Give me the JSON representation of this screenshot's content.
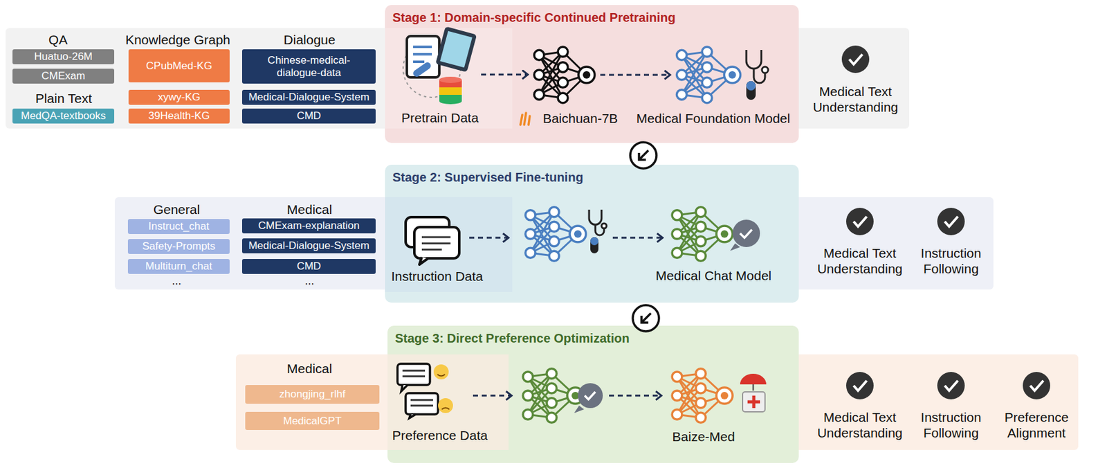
{
  "diagram": {
    "nodes": [
      {
        "text": [
          "Huatuo-26M"
        ]
      },
      {
        "text": [
          "CMExam"
        ]
      },
      {
        "text": [
          "MedQA-textbooks"
        ]
      },
      {
        "text": [
          "CPubMed-KG"
        ]
      },
      {
        "text": [
          "xywy-KG"
        ]
      },
      {
        "text": [
          "39Health-KG"
        ]
      },
      {
        "text": [
          "Chinese-medical-dialogue-data"
        ]
      },
      {
        "text": [
          "Medical-Dialogue-System"
        ]
      },
      {
        "text": [
          "CMD"
        ]
      },
      {
        "text": [
          "Stage 1: Domain-specific Continued Pretraining"
        ]
      },
      {
        "text": [
          "Pretrain Data"
        ],
        "in": 9
      },
      {
        "text": [
          "Baichuan-7B"
        ],
        "in": 9
      },
      {
        "text": [
          "Medical Foundation Model"
        ],
        "in": 9
      },
      {
        "text": [
          "Instruct_chat"
        ]
      },
      {
        "text": [
          "Safety-Prompts"
        ]
      },
      {
        "text": [
          "Multiturn_chat"
        ]
      },
      {
        "text": [
          "CMExam-explanation"
        ]
      },
      {
        "text": [
          "Medical-Dialogue-System"
        ]
      },
      {
        "text": [
          "CMD"
        ]
      },
      {
        "text": [
          "Stage 2: Supervised Fine-tuning"
        ]
      },
      {
        "text": [
          "Instruction Data"
        ],
        "in": 19
      },
      {
        "text": [
          "Medical Chat Model"
        ],
        "in": 19
      },
      {
        "text": [
          "zhongjing_rlhf"
        ]
      },
      {
        "text": [
          "MedicalGPT"
        ]
      },
      {
        "text": [
          "Stage 3: Direct Preference Optimization"
        ]
      },
      {
        "text": [
          "Preference Data"
        ],
        "in": 24
      },
      {
        "text": [
          "Baize-Med"
        ],
        "in": 24
      }
    ],
    "edges": [
      {
        "from": 10,
        "to": 11,
        "arrow": "to"
      },
      {
        "from": 11,
        "to": 12,
        "arrow": "to"
      }
    ],
    "labels": [
      "QA",
      "Knowledge Graph",
      "Dialogue",
      "Plain Text",
      "Medical Text Understanding",
      "General",
      "Medical",
      "...",
      "...",
      "Medical Text Understanding",
      "Instruction Following",
      "Medical",
      "Medical Text Understanding",
      "Instruction Following",
      "Preference Alignment"
    ]
  }
}
